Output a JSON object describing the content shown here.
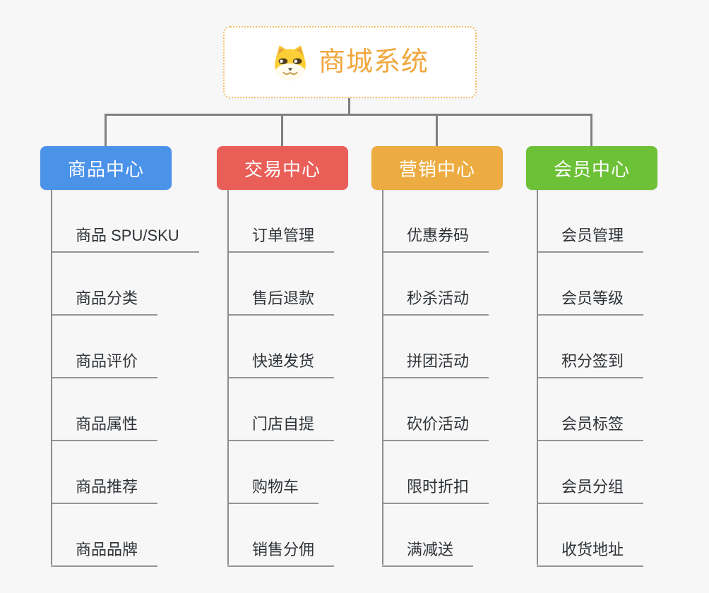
{
  "root": {
    "title": "商城系统",
    "icon": "doge-face-icon",
    "title_color": "#F0A73E",
    "border_color": "#F2BE68"
  },
  "connector_color": "#808080",
  "branches": [
    {
      "label": "商品中心",
      "color": "#4B92E9",
      "children": [
        "商品 SPU/SKU",
        "商品分类",
        "商品评价",
        "商品属性",
        "商品推荐",
        "商品品牌"
      ]
    },
    {
      "label": "交易中心",
      "color": "#E95F58",
      "children": [
        "订单管理",
        "售后退款",
        "快递发货",
        "门店自提",
        "购物车",
        "销售分佣"
      ]
    },
    {
      "label": "营销中心",
      "color": "#ECAC41",
      "children": [
        "优惠券码",
        "秒杀活动",
        "拼团活动",
        "砍价活动",
        "限时折扣",
        "满减送"
      ]
    },
    {
      "label": "会员中心",
      "color": "#6CC136",
      "children": [
        "会员管理",
        "会员等级",
        "积分签到",
        "会员标签",
        "会员分组",
        "收货地址"
      ]
    }
  ]
}
